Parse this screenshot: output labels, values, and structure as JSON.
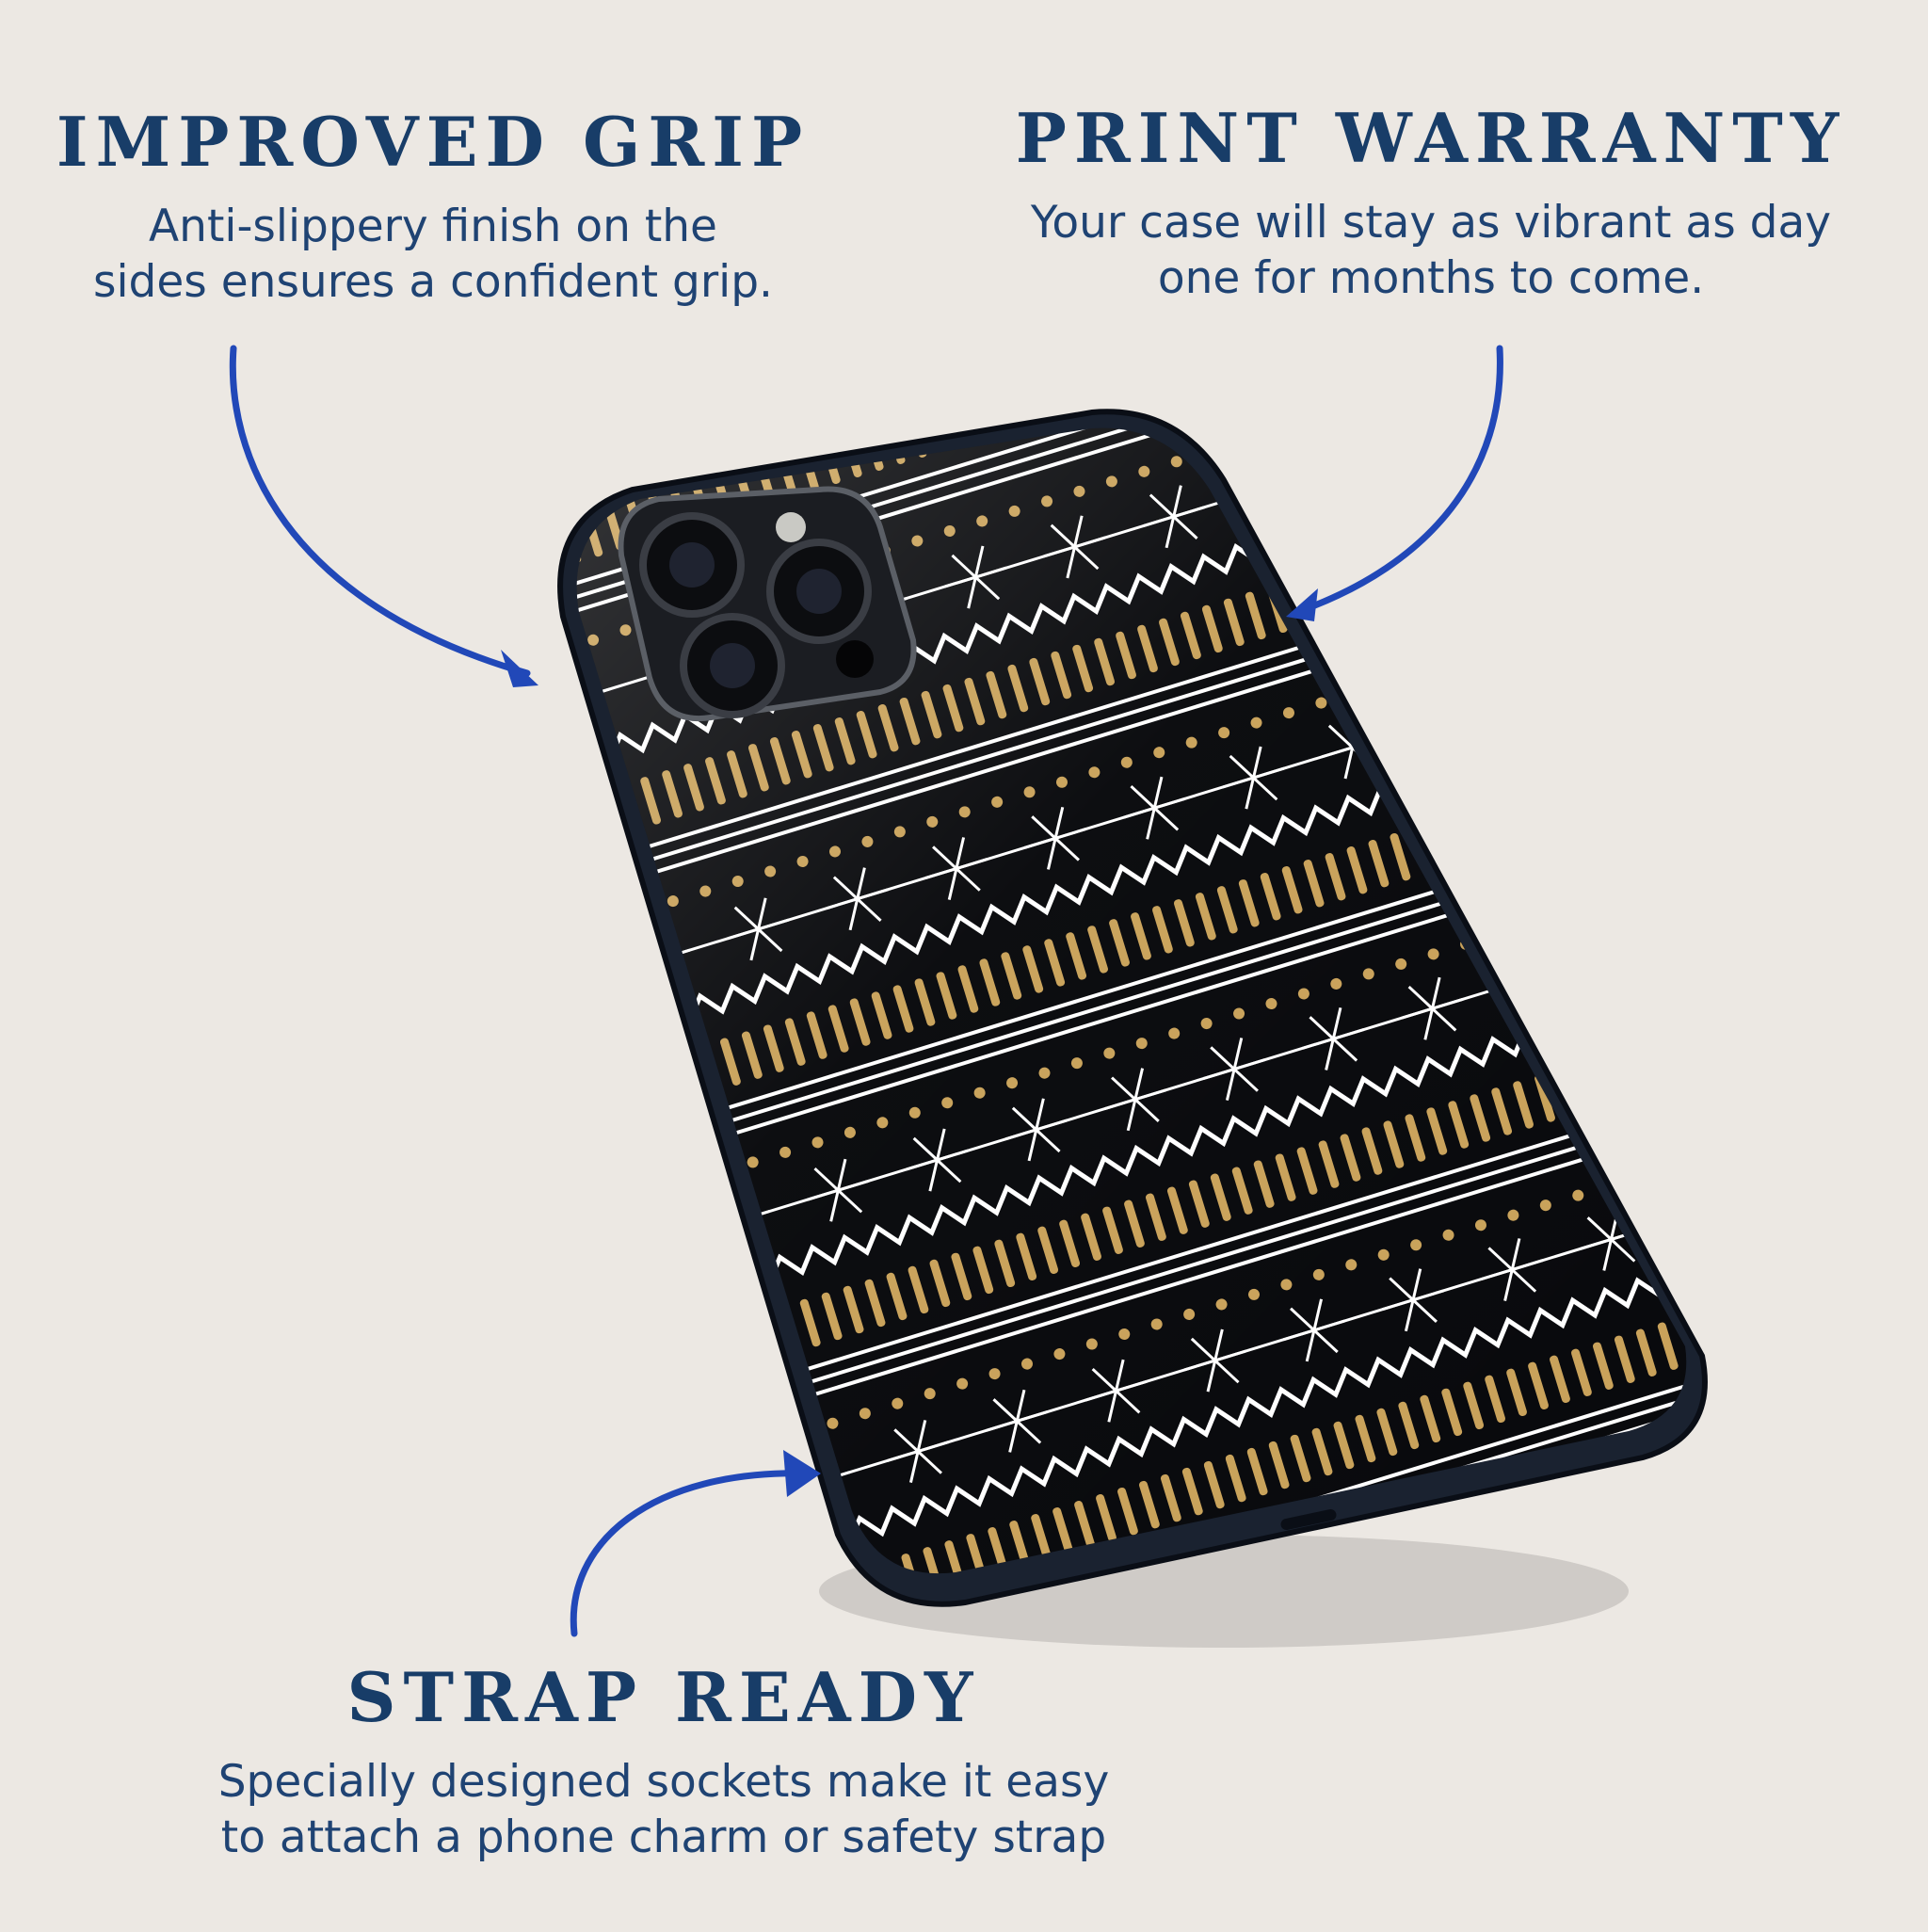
{
  "features": {
    "grip": {
      "title": "IMPROVED GRIP",
      "description_line1": "Anti-slippery finish on the",
      "description_line2": "sides ensures a confident grip."
    },
    "warranty": {
      "title": "PRINT WARRANTY",
      "description_line1": "Your case will stay as vibrant as day",
      "description_line2": "one for months to come."
    },
    "strap": {
      "title": "STRAP READY",
      "description_line1": "Specially designed sockets make it easy",
      "description_line2": "to attach a phone charm or safety strap"
    }
  },
  "colors": {
    "background": "#ece8e3",
    "heading": "#183d68",
    "arrow": "#2148b8",
    "case_body": "#0b0d12",
    "gold": "#c9a25a",
    "pattern_white": "#ffffff"
  },
  "icons": {
    "arrow_grip": "curved-arrow-icon",
    "arrow_warranty": "curved-arrow-icon",
    "arrow_strap": "curved-arrow-icon"
  }
}
